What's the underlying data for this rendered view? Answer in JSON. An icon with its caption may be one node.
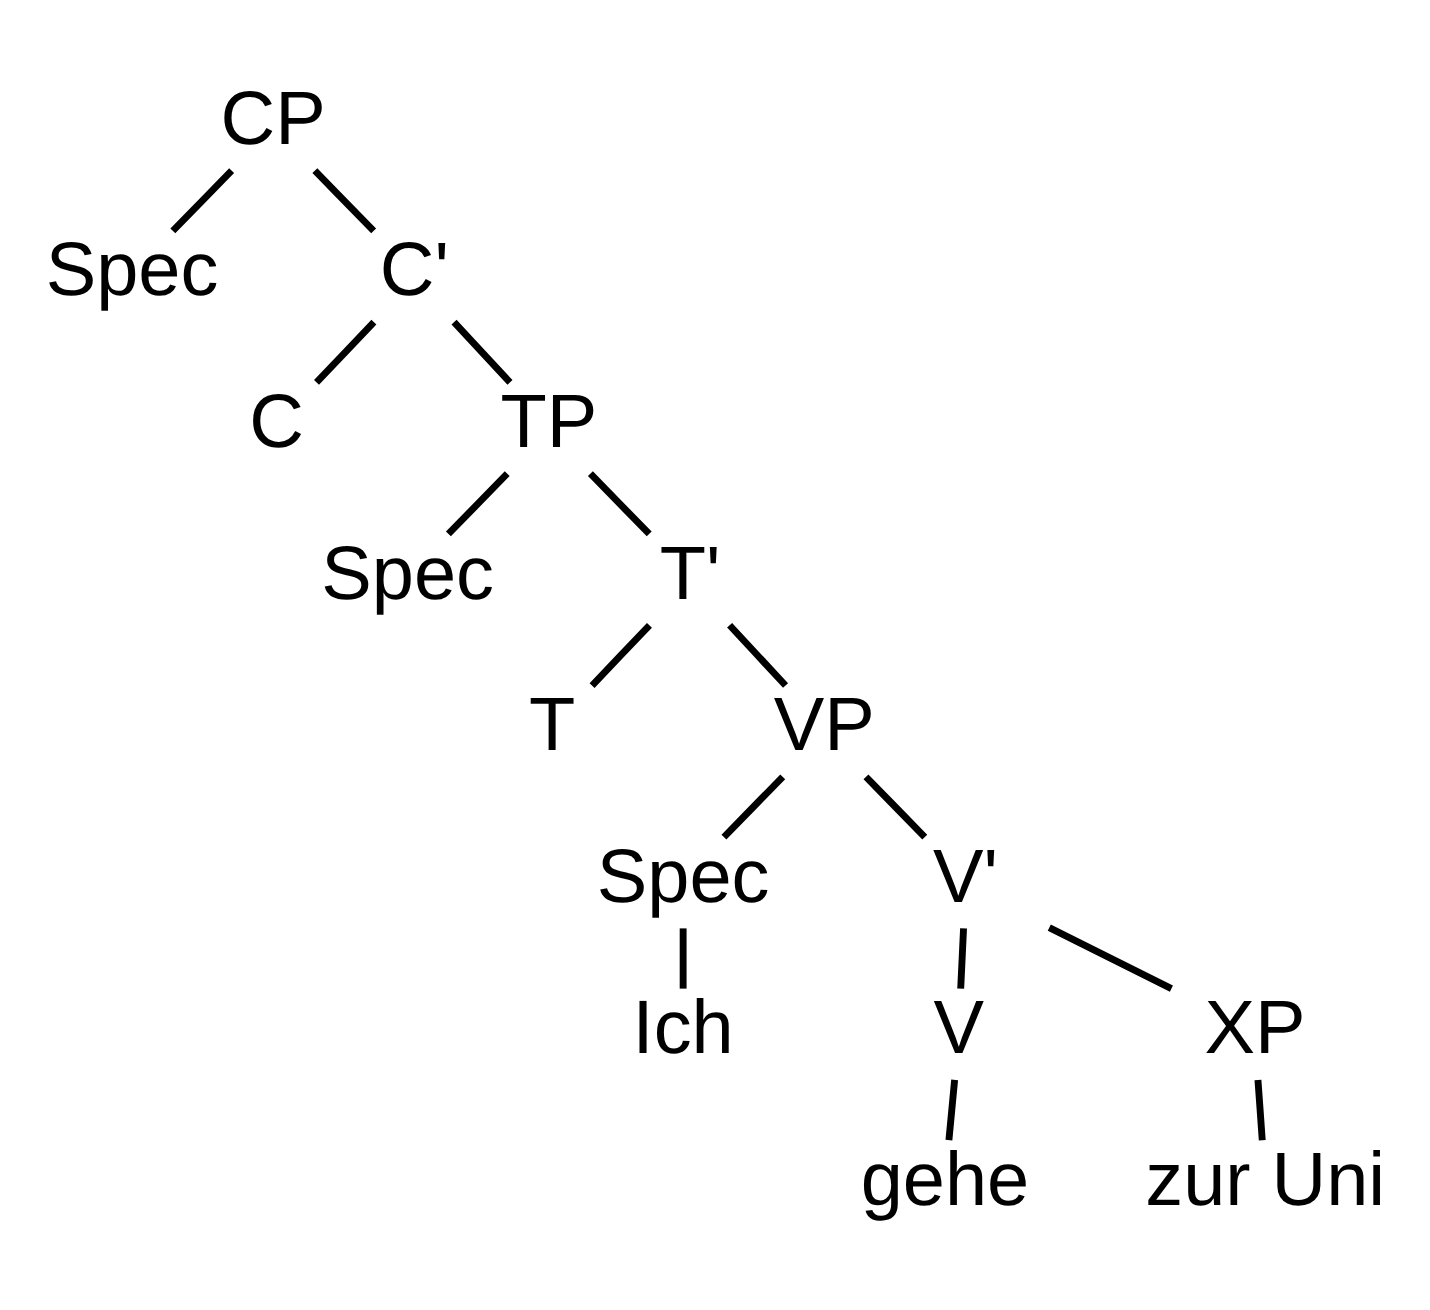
{
  "diagram": {
    "nodes": [
      {
        "text": [
          "CP"
        ]
      },
      {
        "text": [
          "Spec"
        ]
      },
      {
        "text": [
          "C'"
        ]
      },
      {
        "text": [
          "C"
        ]
      },
      {
        "text": [
          "TP"
        ]
      },
      {
        "text": [
          "Spec"
        ]
      },
      {
        "text": [
          "T'"
        ]
      },
      {
        "text": [
          "T"
        ]
      },
      {
        "text": [
          "VP"
        ]
      },
      {
        "text": [
          "Spec"
        ]
      },
      {
        "text": [
          "V'"
        ]
      },
      {
        "text": [
          "Ich"
        ]
      },
      {
        "text": [
          "V"
        ]
      },
      {
        "text": [
          "XP"
        ]
      },
      {
        "text": [
          "gehe"
        ]
      },
      {
        "text": [
          "zur Uni"
        ]
      }
    ],
    "edges": [
      {
        "from": 0,
        "to": 1,
        "arrow": "none"
      },
      {
        "from": 0,
        "to": 2,
        "arrow": "none"
      },
      {
        "from": 2,
        "to": 3,
        "arrow": "none"
      },
      {
        "from": 2,
        "to": 4,
        "arrow": "none"
      },
      {
        "from": 4,
        "to": 5,
        "arrow": "none"
      },
      {
        "from": 4,
        "to": 6,
        "arrow": "none"
      },
      {
        "from": 6,
        "to": 7,
        "arrow": "none"
      },
      {
        "from": 6,
        "to": 8,
        "arrow": "none"
      },
      {
        "from": 8,
        "to": 9,
        "arrow": "none"
      },
      {
        "from": 8,
        "to": 10,
        "arrow": "none"
      },
      {
        "from": 9,
        "to": 11,
        "arrow": "none"
      },
      {
        "from": 10,
        "to": 12,
        "arrow": "none"
      },
      {
        "from": 10,
        "to": 13,
        "arrow": "none"
      },
      {
        "from": 12,
        "to": 14,
        "arrow": "none"
      },
      {
        "from": 13,
        "to": 15,
        "arrow": "none"
      }
    ]
  }
}
